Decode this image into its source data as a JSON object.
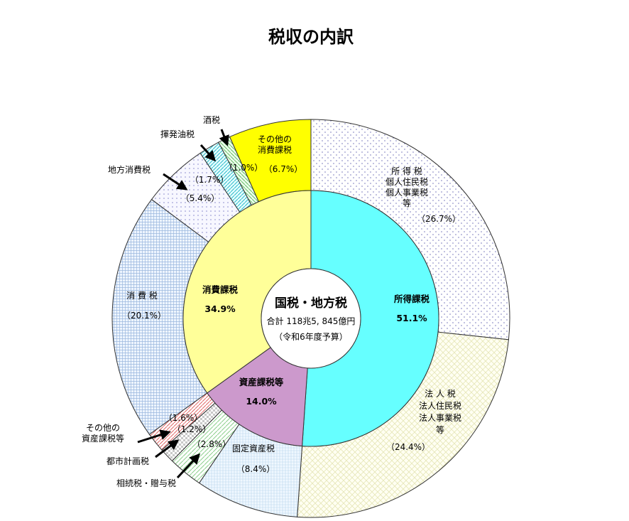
{
  "colors": {
    "inner_income": "#66ffff",
    "inner_consumption": "#ffff99",
    "inner_property": "#cc99cc",
    "other_consumption": "#ffff00",
    "outline": "#333333"
  },
  "chart_data": {
    "type": "pie",
    "title": "税収の内訳",
    "center": {
      "title": "国税・地方税",
      "total": "合計 118兆5, 845億円",
      "note": "（令和6年度予算）"
    },
    "inner": [
      {
        "name": "所得課税",
        "value": 51.1,
        "pct_label": "51.1%"
      },
      {
        "name": "資産課税等",
        "value": 14.0,
        "pct_label": "14.0%"
      },
      {
        "name": "消費課税",
        "value": 34.9,
        "pct_label": "34.9%"
      }
    ],
    "outer": [
      {
        "key": "income",
        "name_lines": [
          "所 得 税",
          "個人住民税",
          "個人事業税",
          "等"
        ],
        "value": 26.7,
        "pct_label": "（26.7%）",
        "pattern": "dots"
      },
      {
        "key": "corp",
        "name_lines": [
          "法 人 税",
          "法人住民税",
          "法人事業税",
          "等"
        ],
        "value": 24.4,
        "pct_label": "（24.4%）",
        "pattern": "weave"
      },
      {
        "key": "fixed",
        "name_lines": [
          "固定資産税"
        ],
        "value": 8.4,
        "pct_label": "（8.4%）",
        "pattern": "fine"
      },
      {
        "key": "inherit",
        "name_lines": [
          "相続税・贈与税"
        ],
        "value": 2.8,
        "pct_label": "（2.8%）",
        "pattern": "diag_green"
      },
      {
        "key": "city",
        "name_lines": [
          "都市計画税"
        ],
        "value": 1.2,
        "pct_label": "（1.2%）",
        "pattern": "checker"
      },
      {
        "key": "oprop",
        "name_lines": [
          "その他の",
          "資産課税等"
        ],
        "value": 1.6,
        "pct_label": "（1.6%）",
        "pattern": "red_lines"
      },
      {
        "key": "cons",
        "name_lines": [
          "消 費 税"
        ],
        "value": 20.1,
        "pct_label": "（20.1%）",
        "pattern": "grid_blue"
      },
      {
        "key": "local",
        "name_lines": [
          "地方消費税"
        ],
        "value": 5.4,
        "pct_label": "（5.4%）",
        "pattern": "dots_blue"
      },
      {
        "key": "fuel",
        "name_lines": [
          "揮発油税"
        ],
        "value": 1.7,
        "pct_label": "（1.7%）",
        "pattern": "cyan_diag"
      },
      {
        "key": "sake",
        "name_lines": [
          "酒税"
        ],
        "value": 1.0,
        "pct_label": "（1.0%）",
        "pattern": "green_diag"
      },
      {
        "key": "ocons",
        "name_lines": [
          "その他の",
          "消費課税"
        ],
        "value": 6.7,
        "pct_label": "（6.7%）",
        "pattern": "solid_yellow"
      }
    ]
  }
}
